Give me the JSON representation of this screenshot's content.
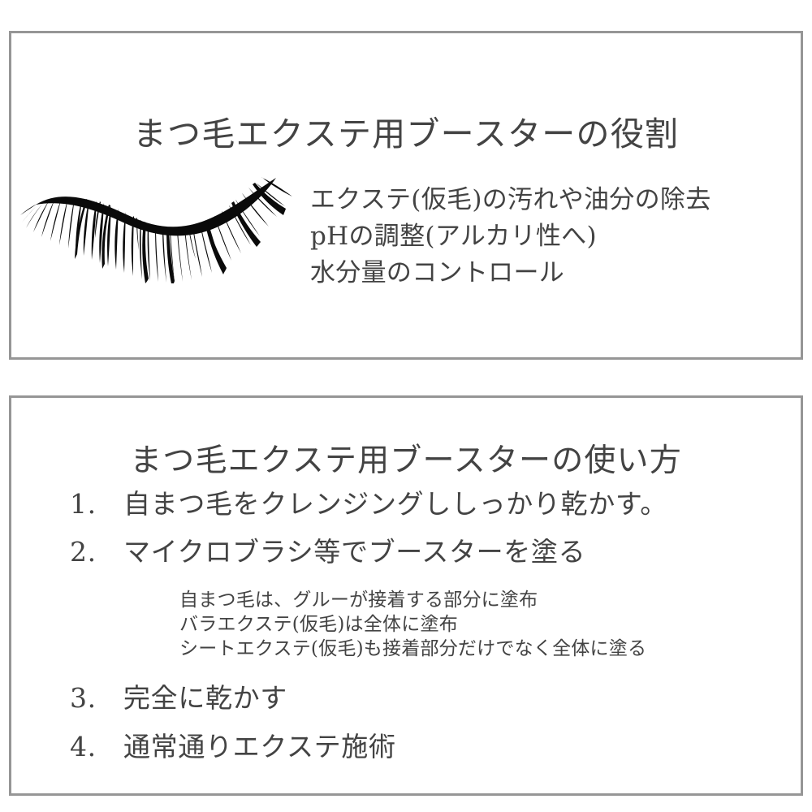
{
  "colors": {
    "panel_border": "#969696",
    "text": "#434343",
    "background": "#ffffff",
    "lash": "#0a0a0a"
  },
  "panels": [
    {
      "id": "role",
      "title": "まつ毛エクステ用ブースターの役割",
      "illustration": "eyelash-icon",
      "lines": [
        "エクステ(仮毛)の汚れや油分の除去",
        "pHの調整(アルカリ性へ)",
        "水分量のコントロール"
      ]
    },
    {
      "id": "usage",
      "title": "まつ毛エクステ用ブースターの使い方",
      "steps": [
        {
          "number": "1.",
          "text": "自まつ毛をクレンジングししっかり乾かす。"
        },
        {
          "number": "2.",
          "text": "マイクロブラシ等でブースターを塗る"
        },
        {
          "number": "3.",
          "text": "完全に乾かす"
        },
        {
          "number": "4.",
          "text": "通常通りエクステ施術"
        }
      ],
      "notes": [
        "自まつ毛は、グルーが接着する部分に塗布",
        "バラエクステ(仮毛)は全体に塗布",
        "シートエクステ(仮毛)も接着部分だけでなく全体に塗る"
      ]
    }
  ]
}
